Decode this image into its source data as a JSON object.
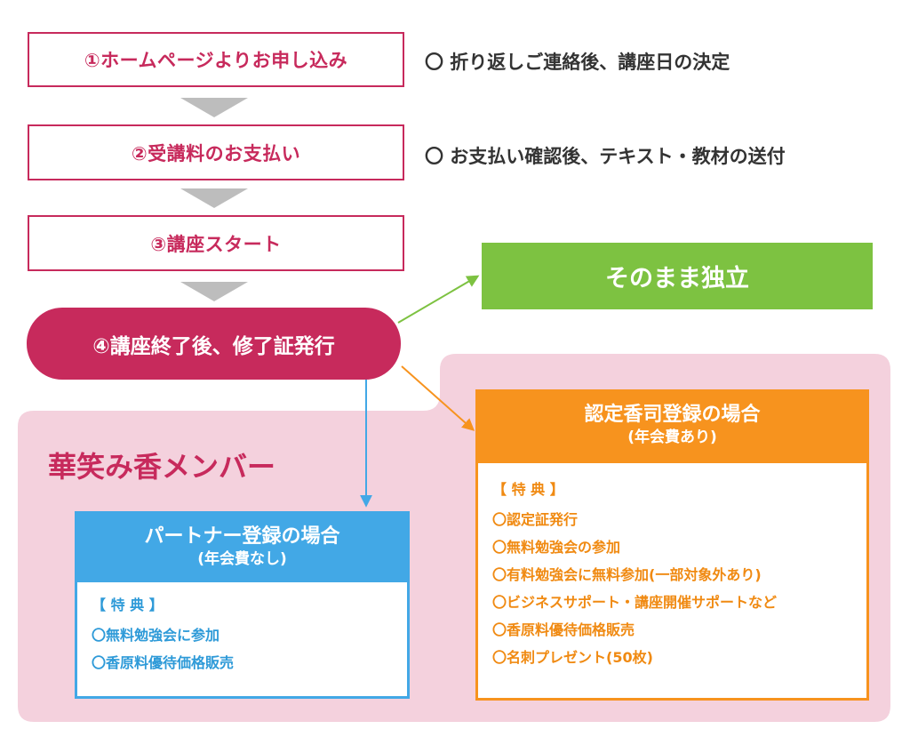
{
  "steps": [
    {
      "label": "①ホームページよりお申し込み",
      "note": "〇 折り返しご連絡後、講座日の決定"
    },
    {
      "label": "②受講料のお支払い",
      "note": "〇 お支払い確認後、テキスト・教材の送付"
    },
    {
      "label": "③講座スタート"
    }
  ],
  "final_step": "④講座終了後、修了証発行",
  "independent": "そのまま独立",
  "member_title": "華笑み香メンバー",
  "partner": {
    "title": "パートナー登録の場合",
    "subtitle": "(年会費なし)",
    "benefits_heading": "【 特 典 】",
    "benefits": [
      "〇無料勉強会に参加",
      "〇香原料優待価格販売"
    ]
  },
  "certified": {
    "title": "認定香司登録の場合",
    "subtitle": "(年会費あり)",
    "benefits_heading": "【 特 典 】",
    "benefits": [
      "〇認定証発行",
      "〇無料勉強会の参加",
      "〇有料勉強会に無料参加(一部対象外あり)",
      "〇ビジネスサポート・講座開催サポートなど",
      "〇香原料優待価格販売",
      "〇名刺プレゼント(50枚)"
    ]
  },
  "colors": {
    "primary": "#c72a5c",
    "green": "#7dc241",
    "blue": "#42a8e6",
    "orange": "#f7931e",
    "pink_bg": "#f4d1dd",
    "gray_arrow": "#bdbdbd"
  }
}
